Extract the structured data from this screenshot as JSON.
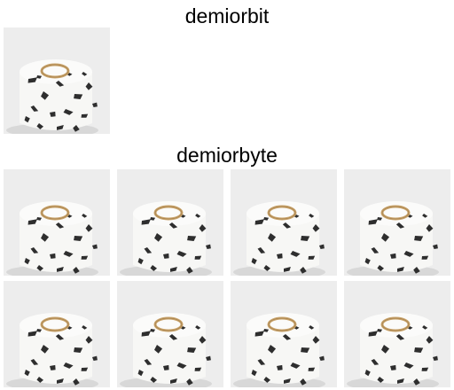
{
  "sections": [
    {
      "heading": "demiorbit",
      "tiles": 1,
      "image": {
        "subject": "terrazzo-ring-holder",
        "colors": {
          "background": "#ededed",
          "stone": "#f7f7f5",
          "chips": "#2e2e2e",
          "ring": "#c9a36a"
        }
      }
    },
    {
      "heading": "demiorbyte",
      "tiles": 8,
      "image": {
        "subject": "terrazzo-ring-holder",
        "colors": {
          "background": "#ededed",
          "stone": "#f7f7f5",
          "chips": "#2e2e2e",
          "ring": "#c9a36a"
        }
      }
    }
  ]
}
